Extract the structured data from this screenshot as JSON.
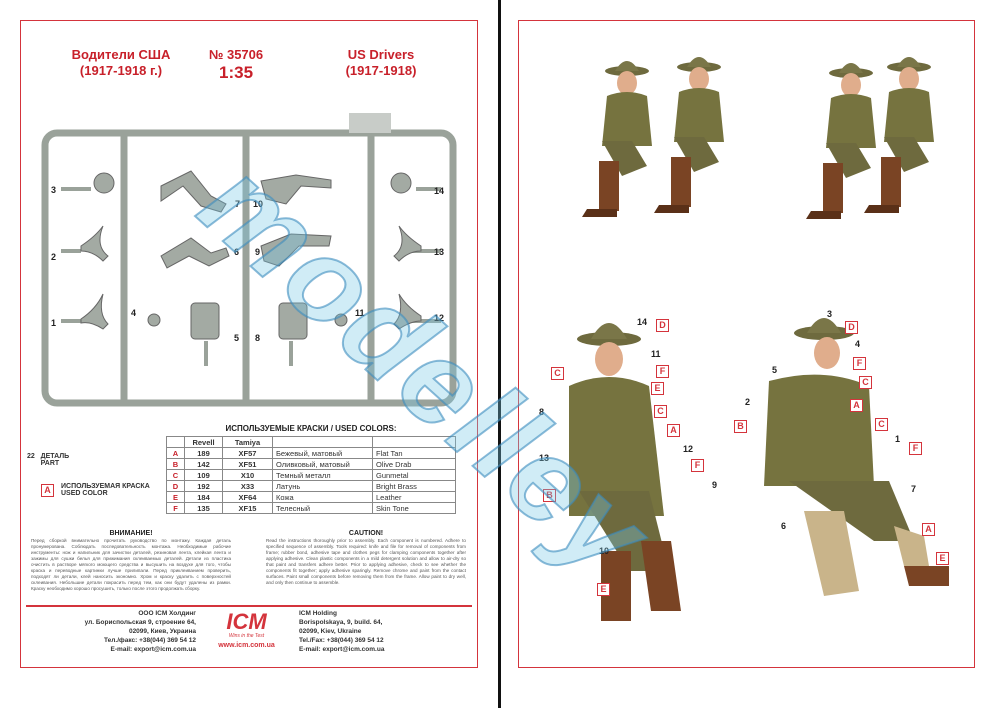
{
  "left": {
    "title_ru": "Водители США",
    "years_ru": "(1917-1918 г.)",
    "kit_no": "№ 35706",
    "scale": "1:35",
    "title_en": "US Drivers",
    "years_en": "(1917-1918)",
    "sprue_parts": [
      "3",
      "2",
      "1",
      "4",
      "7",
      "6",
      "5",
      "10",
      "9",
      "8",
      "11",
      "14",
      "13",
      "12"
    ],
    "legend": {
      "part_no": "22",
      "part_ru": "ДЕТАЛЬ",
      "part_en": "PART",
      "color_letter": "A",
      "color_ru": "ИСПОЛЬЗУЕМАЯ КРАСКА",
      "color_en": "USED COLOR"
    },
    "colors_title": "ИСПОЛЬЗУЕМЫЕ КРАСКИ / USED COLORS:",
    "colors_headers": [
      "",
      "Revell",
      "Tamiya",
      "",
      ""
    ],
    "colors": [
      {
        "letter": "A",
        "revell": "189",
        "tamiya": "XF57",
        "ru": "Бежевый, матовый",
        "en": "Flat Tan",
        "hex": "#c9b48a"
      },
      {
        "letter": "B",
        "revell": "142",
        "tamiya": "XF51",
        "ru": "Оливковый, матовый",
        "en": "Olive Drab",
        "hex": "#6e6a3e"
      },
      {
        "letter": "C",
        "revell": "109",
        "tamiya": "X10",
        "ru": "Темный металл",
        "en": "Gunmetal",
        "hex": "#4a4a4a"
      },
      {
        "letter": "D",
        "revell": "192",
        "tamiya": "X33",
        "ru": "Латунь",
        "en": "Bright Brass",
        "hex": "#b89a3a"
      },
      {
        "letter": "E",
        "revell": "184",
        "tamiya": "XF64",
        "ru": "Кожа",
        "en": "Leather",
        "hex": "#7a4424"
      },
      {
        "letter": "F",
        "revell": "135",
        "tamiya": "XF15",
        "ru": "Телесный",
        "en": "Skin Tone",
        "hex": "#e0ad8c"
      }
    ],
    "warning_ru_title": "ВНИМАНИЕ!",
    "warning_ru": "Перед сборкой внимательно прочитать руководство по монтажу. Каждая деталь пронумерована. Соблюдать последовательность монтажа. Необходимые рабочие инструменты: нож и напильник для зачистки деталей, резиновая лента, клейкая лента и зажимы для сушки белья для прижимания склеиваемых деталей. Детали из пластика очистить в растворе мягкого моющего средства и высушить на воздухе для того, чтобы краска и переводные картинки лучше прилипали. Перед приклеиванием проверить, подходят ли детали, клей наносить экономно. Хром и краску удалить с поверхностей склеивания. Небольшие детали покрасить перед тем, как они будут удалены из рамки. Краску необходимо хорошо просушить, только после этого продолжать сборку.",
    "caution_title": "CAUTION!",
    "caution": "Read the instructions thoroughly prior to assembly. Each component is numbered. Adhere to specified sequence of assembly. Tools required: knife and file for removal of components from frame; rubber bond, adhesive tape and clothes pegs for clamping components together after applying adhesive. Clean plastic components in a mild detergent solution and allow to air-dry so that paint and transfers adhere better. Prior to applying adhesive, check to see whether the components fit together; apply adhesive sparingly. Remove chrome and paint from the contact surfaces. Paint small components before removing them from the frame. Allow paint to dry well, and only then continue to assemble.",
    "footer": {
      "ru": [
        "ООО ICM Холдинг",
        "ул. Бориспольская 9, строение 64,",
        "02099, Киев, Украина",
        "Тел./факс: +38(044) 369 54 12",
        "E-mail: export@icm.com.ua"
      ],
      "logo": "ICM",
      "slogan": "Wins in the Test",
      "website": "www.icm.com.ua",
      "en": [
        "ICM Holding",
        "Borispolskaya, 9, build. 64,",
        "02099, Kiev, Ukraine",
        "Tel./Fax: +38(044) 369 54 12",
        "E-mail: export@icm.com.ua"
      ]
    }
  },
  "right": {
    "callouts_fig1": [
      "14",
      "D",
      "11",
      "F",
      "C",
      "E",
      "C",
      "A",
      "8",
      "12",
      "13",
      "F",
      "9",
      "B",
      "10",
      "E"
    ],
    "callouts_fig2": [
      "3",
      "D",
      "4",
      "F",
      "5",
      "C",
      "A",
      "2",
      "B",
      "C",
      "1",
      "F",
      "7",
      "6",
      "A",
      "E"
    ]
  },
  "watermark": "modelley",
  "colors": {
    "accent": "#d4343c",
    "olive": "#6e6a3e",
    "sprue": "#9aa29a"
  }
}
